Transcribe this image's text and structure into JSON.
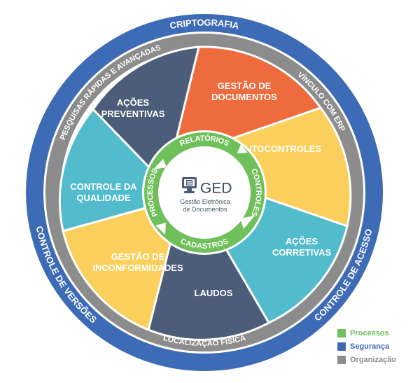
{
  "colors": {
    "outer_ring": "#3d6bb5",
    "middle_ring": "#8c8c8c",
    "inner_ring": "#6fbf5a",
    "navy": "#4b5d78",
    "orange": "#ed6b3d",
    "yellow": "#fbcf5c",
    "teal": "#52bccc"
  },
  "outer_ring": {
    "top": "CRIPTOGRAFIA",
    "left": "CONTROLE DE VERSÕES",
    "right": "CONTROLE DE ACESSO"
  },
  "middle_ring": {
    "top_left": "PESQUISAS RÁPIDAS E AVANÇADAS",
    "top_right": "VÍNCULO COM ERP",
    "bottom": "LOCALIZAÇÃO FÍSICA"
  },
  "inner_ring": {
    "top": "RELATÓRIOS",
    "right": "CONTROLES",
    "bottom": "CADASTROS",
    "left": "PROCESSOS"
  },
  "center": {
    "title": "GED",
    "subtitle_line1": "Gestão Eletrônica",
    "subtitle_line2": "de Documentos",
    "icon": "document-computer-icon"
  },
  "segments": [
    {
      "lines": [
        "GESTÃO DE",
        "DOCUMENTOS"
      ],
      "color": "orange"
    },
    {
      "lines": [
        "AUTOCONTROLES"
      ],
      "color": "yellow"
    },
    {
      "lines": [
        "AÇÕES",
        "CORRETIVAS"
      ],
      "color": "teal"
    },
    {
      "lines": [
        "LAUDOS"
      ],
      "color": "navy"
    },
    {
      "lines": [
        "GESTÃO DE",
        "INCONFORMIDADES"
      ],
      "color": "yellow"
    },
    {
      "lines": [
        "CONTROLE DA",
        "QUALIDADE"
      ],
      "color": "teal"
    },
    {
      "lines": [
        "AÇÕES",
        "PREVENTIVAS"
      ],
      "color": "navy"
    }
  ],
  "legend": [
    {
      "label": "Processos",
      "color": "#6fbf5a"
    },
    {
      "label": "Segurança",
      "color": "#3d6bb5"
    },
    {
      "label": "Organização",
      "color": "#8c8c8c"
    }
  ]
}
